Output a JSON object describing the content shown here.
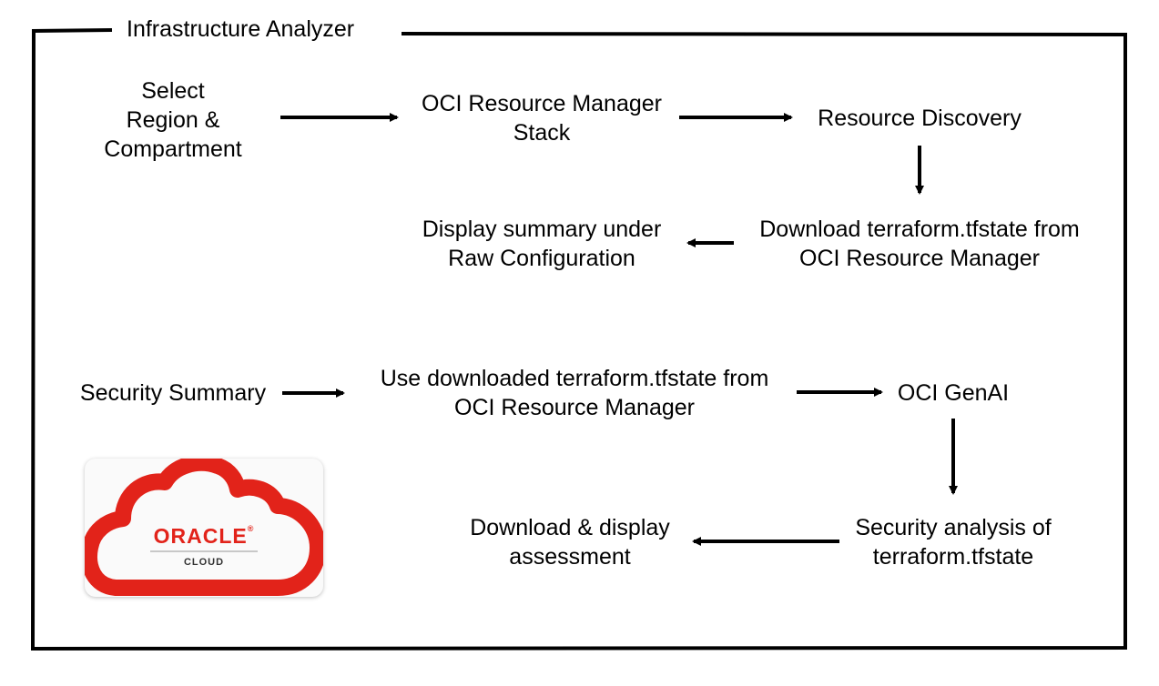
{
  "diagram": {
    "title": "Infrastructure Analyzer",
    "nodes": {
      "select_region": "Select\nRegion &\nCompartment",
      "rm_stack": "OCI Resource Manager\nStack",
      "resource_discovery": "Resource Discovery",
      "download_tfstate": "Download terraform.tfstate from\nOCI Resource Manager",
      "display_summary": "Display summary under\nRaw Configuration",
      "security_summary": "Security Summary",
      "use_tfstate": "Use downloaded terraform.tfstate from\nOCI Resource Manager",
      "oci_genai": "OCI GenAI",
      "security_analysis": "Security analysis of\nterraform.tfstate",
      "download_display": "Download & display\nassessment"
    },
    "edges": [
      {
        "from": "select_region",
        "to": "rm_stack"
      },
      {
        "from": "rm_stack",
        "to": "resource_discovery"
      },
      {
        "from": "resource_discovery",
        "to": "download_tfstate"
      },
      {
        "from": "download_tfstate",
        "to": "display_summary"
      },
      {
        "from": "security_summary",
        "to": "use_tfstate"
      },
      {
        "from": "use_tfstate",
        "to": "oci_genai"
      },
      {
        "from": "oci_genai",
        "to": "security_analysis"
      },
      {
        "from": "security_analysis",
        "to": "download_display"
      }
    ]
  },
  "logo": {
    "brand": "ORACLE",
    "registered": "®",
    "product": "CLOUD",
    "brand_color": "#e2231a"
  }
}
